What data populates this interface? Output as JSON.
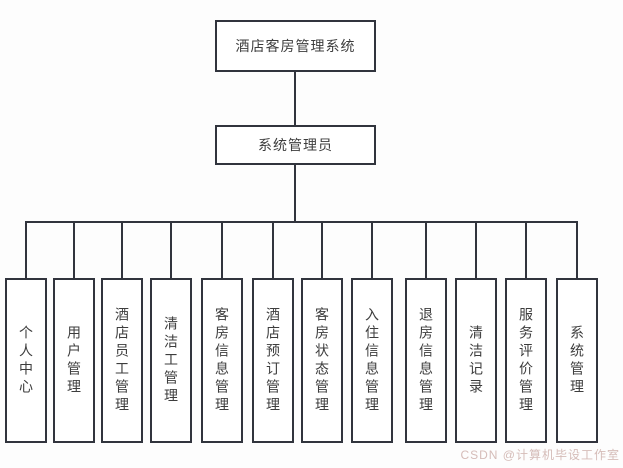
{
  "diagram": {
    "root": "酒店客房管理系统",
    "admin": "系统管理员",
    "children": [
      "个人中心",
      "用户管理",
      "酒店员工管理",
      "清洁工管理",
      "客房信息管理",
      "酒店预订管理",
      "客房状态管理",
      "入住信息管理",
      "退房信息管理",
      "清洁记录",
      "服务评价管理",
      "系统管理"
    ]
  },
  "watermark": "CSDN @计算机毕设工作室",
  "colors": {
    "line": "#31343d",
    "text": "#3d3d3d",
    "watermark": "#d5bcb8",
    "background": "#fdfdfd"
  }
}
